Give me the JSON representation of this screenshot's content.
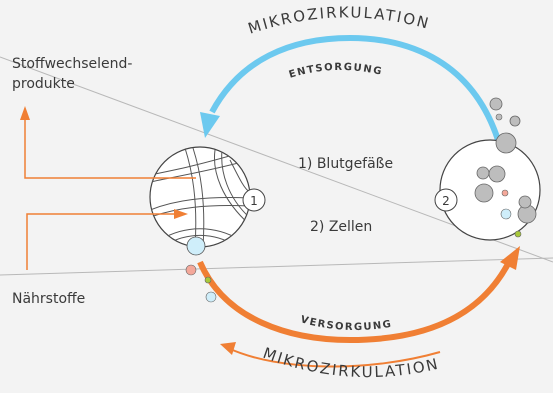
{
  "labels": {
    "arc_top": "MIKROZIRKULATION",
    "arc_bottom": "MIKROZIRKULATION",
    "entsorgung": "ENTSORGUNG",
    "versorgung": "VERSORGUNG",
    "stoff_line1": "Stoffwechselend-",
    "stoff_line2": "produkte",
    "naehrstoffe": "Nährstoffe",
    "legend1": "1) Blutgefäße",
    "legend2": "2) Zellen",
    "marker1": "1",
    "marker2": "2"
  },
  "colors": {
    "blue": "#6cc9ef",
    "orange": "#f07f34",
    "background": "#f3f3f3",
    "ink": "#3a3a3a",
    "grey_cell": "#bdbdbd"
  }
}
